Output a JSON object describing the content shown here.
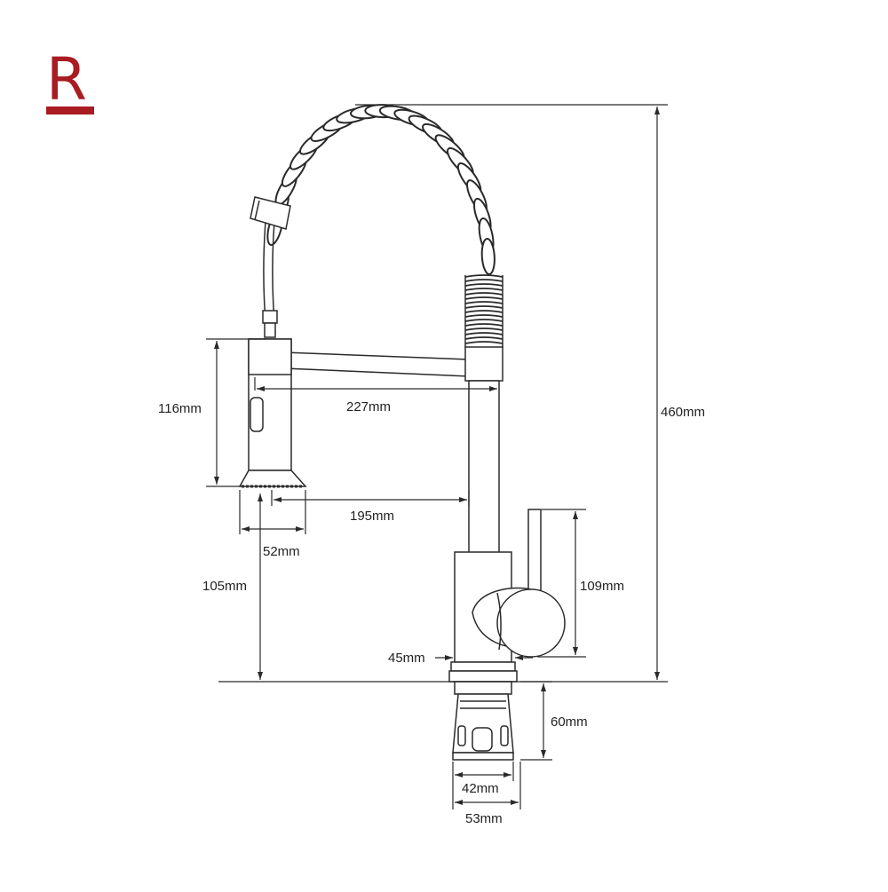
{
  "brand": {
    "logo_letter": "R",
    "color": "#a81c22"
  },
  "dimensions": {
    "total_height": "460mm",
    "sprayer_height": "116mm",
    "reach_to_sprayer": "227mm",
    "spout_to_body": "195mm",
    "sprayer_diameter": "52mm",
    "sprayer_clearance": "105mm",
    "handle_height": "109mm",
    "body_diameter": "45mm",
    "shank_length": "60mm",
    "shank_diameter": "42mm",
    "base_diameter": "53mm"
  },
  "colors": {
    "line": "#2a2a2a",
    "background": "#ffffff"
  }
}
